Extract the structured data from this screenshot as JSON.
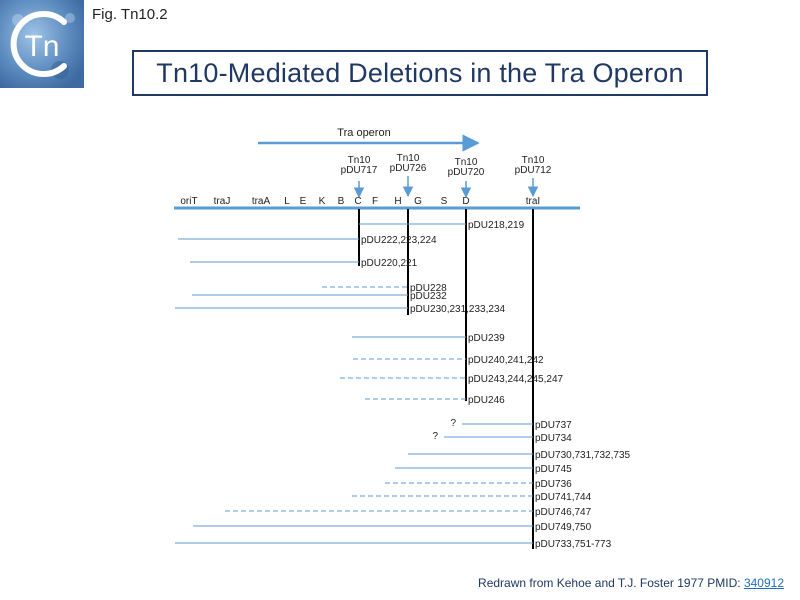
{
  "logo": {
    "text": "Tn"
  },
  "figure_label": "Fig. Tn10.2",
  "title": "Tn10-Mediated Deletions in the Tra Operon",
  "operon_label": "Tra operon",
  "genes": [
    "oriT",
    "traJ",
    "traA",
    "L",
    "E",
    "K",
    "B",
    "C",
    "F",
    "H",
    "G",
    "S",
    "D",
    "traI"
  ],
  "insertions": [
    {
      "id": "c",
      "line1": "Tn10",
      "line2": "pDU717"
    },
    {
      "id": "h",
      "line1": "Tn10",
      "line2": "pDU726"
    },
    {
      "id": "d",
      "line1": "Tn10",
      "line2": "pDU720"
    },
    {
      "id": "i",
      "line1": "Tn10",
      "line2": "pDU712"
    }
  ],
  "deletions": [
    {
      "label": "pDU218,219",
      "anchor": "d",
      "dashed": false
    },
    {
      "label": "pDU222,223,224",
      "anchor": "c",
      "dashed": false
    },
    {
      "label": "pDU220,221",
      "anchor": "c",
      "dashed": false
    },
    {
      "label": "pDU228",
      "anchor": "h",
      "dashed": true
    },
    {
      "label": "pDU232",
      "anchor": "h",
      "dashed": false
    },
    {
      "label": "pDU230,231,233,234",
      "anchor": "h",
      "dashed": false
    },
    {
      "label": "pDU239",
      "anchor": "d",
      "dashed": false
    },
    {
      "label": "pDU240,241,242",
      "anchor": "d",
      "dashed": true
    },
    {
      "label": "pDU243,244,245,247",
      "anchor": "d",
      "dashed": true
    },
    {
      "label": "pDU246",
      "anchor": "d",
      "dashed": true
    },
    {
      "label": "pDU737",
      "anchor": "i",
      "dashed": false,
      "mark": "?"
    },
    {
      "label": "pDU734",
      "anchor": "i",
      "dashed": false,
      "mark": "?"
    },
    {
      "label": "pDU730,731,732,735",
      "anchor": "i",
      "dashed": false
    },
    {
      "label": "pDU745",
      "anchor": "i",
      "dashed": false
    },
    {
      "label": "pDU736",
      "anchor": "i",
      "dashed": true
    },
    {
      "label": "pDU741,744",
      "anchor": "i",
      "dashed": true
    },
    {
      "label": "pDU746,747",
      "anchor": "i",
      "dashed": true
    },
    {
      "label": "pDU749,750",
      "anchor": "i",
      "dashed": false
    },
    {
      "label": "pDU733,751-773",
      "anchor": "i",
      "dashed": false
    }
  ],
  "credit": {
    "text": "Redrawn from Kehoe and T.J. Foster 1977 PMID: ",
    "link": "340912"
  },
  "colors": {
    "line": "#5b9bd5",
    "title": "#1f3864",
    "bar": "#000000"
  }
}
